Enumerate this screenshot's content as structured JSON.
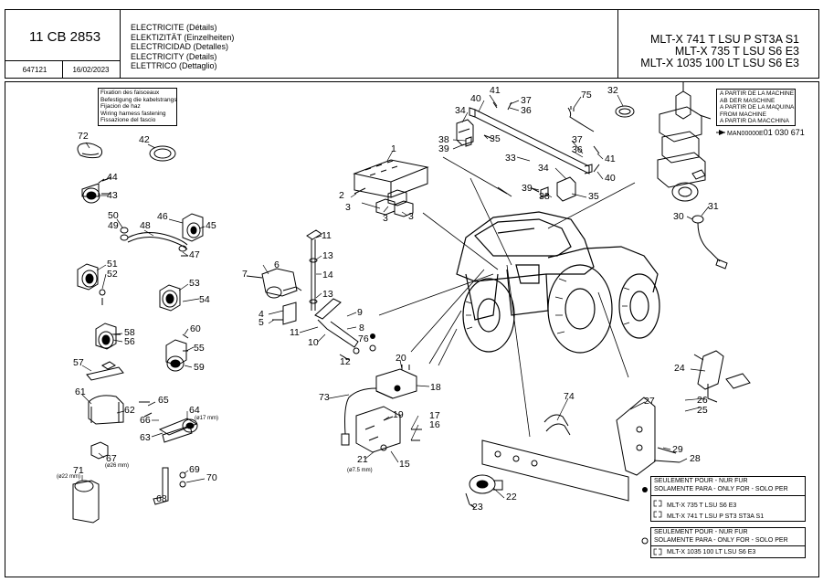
{
  "header": {
    "doc_number": "11 CB 2853",
    "ref_code": "647121",
    "date": "16/02/2023",
    "titles": [
      "ELECTRICITE (Détails)",
      "ELEKTIZITÄT (Einzelheiten)",
      "ELECTRICIDAD (Detalles)",
      "ELECTRICITY (Details)",
      "ELETTRICO (Dettaglio)"
    ],
    "models": [
      "MLT-X 741 T LSU P ST3A S1",
      "MLT-X 735 T LSU S6 E3",
      "MLT-X 1035 100 LT LSU S6 E3"
    ]
  },
  "notes": {
    "harness_fixing": [
      "Fixation des faisceaux",
      "Befestigung die kabelstrangs",
      "Fijacion de haz",
      "Wiring harness fastening",
      "Fissazione del fascio"
    ],
    "machine_from": [
      "A PARTIR DE LA MACHINE",
      "AB DER MASCHINE",
      "A PARTIR DE LA MAQUINA",
      "FROM MACHINE",
      "A PARTIR DA MACCHINA"
    ],
    "man_prefix": "MAN00000E",
    "man_number": "01 030 671"
  },
  "legend": {
    "only_for_1": [
      "SEULEMENT POUR - NUR FUR",
      "SOLAMENTE PARA - ONLY FOR - SOLO PER"
    ],
    "model_lines_1": [
      "MLT-X 735 T LSU S6 E3",
      "MLT-X 741 T LSU P ST3 ST3A S1"
    ],
    "only_for_2": [
      "SEULEMENT POUR - NUR FUR",
      "SOLAMENTE PARA - ONLY FOR - SOLO PER"
    ],
    "model_lines_2": [
      "MLT-X 1035 100 LT LSU S6 E3"
    ]
  },
  "dimensions": {
    "d17": "(ø17 mm)",
    "d26": "(ø26 mm)",
    "d22": "(ø22 mm)",
    "d75": "(ø7.5 mm)"
  },
  "callouts": [
    {
      "n": "72"
    },
    {
      "n": "42"
    },
    {
      "n": "44"
    },
    {
      "n": "43"
    },
    {
      "n": "50"
    },
    {
      "n": "49"
    },
    {
      "n": "48"
    },
    {
      "n": "46"
    },
    {
      "n": "45"
    },
    {
      "n": "47"
    },
    {
      "n": "51"
    },
    {
      "n": "52"
    },
    {
      "n": "53"
    },
    {
      "n": "54"
    },
    {
      "n": "58"
    },
    {
      "n": "56"
    },
    {
      "n": "60"
    },
    {
      "n": "55"
    },
    {
      "n": "57"
    },
    {
      "n": "59"
    },
    {
      "n": "61"
    },
    {
      "n": "62"
    },
    {
      "n": "65"
    },
    {
      "n": "66"
    },
    {
      "n": "64"
    },
    {
      "n": "63"
    },
    {
      "n": "67"
    },
    {
      "n": "71"
    },
    {
      "n": "69"
    },
    {
      "n": "70"
    },
    {
      "n": "68"
    },
    {
      "n": "1"
    },
    {
      "n": "2"
    },
    {
      "n": "3"
    },
    {
      "n": "3"
    },
    {
      "n": "3"
    },
    {
      "n": "11"
    },
    {
      "n": "13"
    },
    {
      "n": "14"
    },
    {
      "n": "13"
    },
    {
      "n": "7"
    },
    {
      "n": "6"
    },
    {
      "n": "4"
    },
    {
      "n": "5"
    },
    {
      "n": "9"
    },
    {
      "n": "8"
    },
    {
      "n": "76"
    },
    {
      "n": "11"
    },
    {
      "n": "10"
    },
    {
      "n": "12"
    },
    {
      "n": "20"
    },
    {
      "n": "18"
    },
    {
      "n": "73"
    },
    {
      "n": "19"
    },
    {
      "n": "17"
    },
    {
      "n": "16"
    },
    {
      "n": "21"
    },
    {
      "n": "15"
    },
    {
      "n": "41"
    },
    {
      "n": "40"
    },
    {
      "n": "37"
    },
    {
      "n": "36"
    },
    {
      "n": "75"
    },
    {
      "n": "32"
    },
    {
      "n": "34"
    },
    {
      "n": "35"
    },
    {
      "n": "38"
    },
    {
      "n": "39"
    },
    {
      "n": "33"
    },
    {
      "n": "37"
    },
    {
      "n": "36"
    },
    {
      "n": "34"
    },
    {
      "n": "41"
    },
    {
      "n": "40"
    },
    {
      "n": "39"
    },
    {
      "n": "38"
    },
    {
      "n": "35"
    },
    {
      "n": "30"
    },
    {
      "n": "31"
    },
    {
      "n": "74"
    },
    {
      "n": "24"
    },
    {
      "n": "27"
    },
    {
      "n": "26"
    },
    {
      "n": "25"
    },
    {
      "n": "29"
    },
    {
      "n": "28"
    },
    {
      "n": "22"
    },
    {
      "n": "23"
    }
  ]
}
